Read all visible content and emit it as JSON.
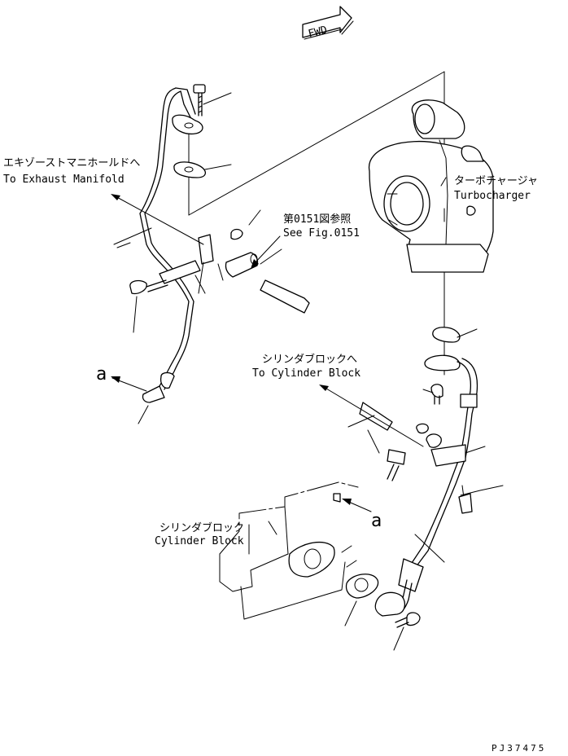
{
  "diagram": {
    "fwd_label": "FWD",
    "labels": {
      "exhaust_manifold_jp": "エキゾーストマニホールドへ",
      "exhaust_manifold_en": "To Exhaust Manifold",
      "see_fig_jp": "第0151図参照",
      "see_fig_en": "See Fig.0151",
      "turbocharger_jp": "ターボチャージャ",
      "turbocharger_en": "Turbocharger",
      "to_cyl_block_jp": "シリンダブロックへ",
      "to_cyl_block_en": "To Cylinder Block",
      "cyl_block_jp": "シリンダブロック",
      "cyl_block_en": "Cylinder Block",
      "detail_a_left": "a",
      "detail_a_right": "a"
    },
    "drawing_code": "PJ37475"
  }
}
